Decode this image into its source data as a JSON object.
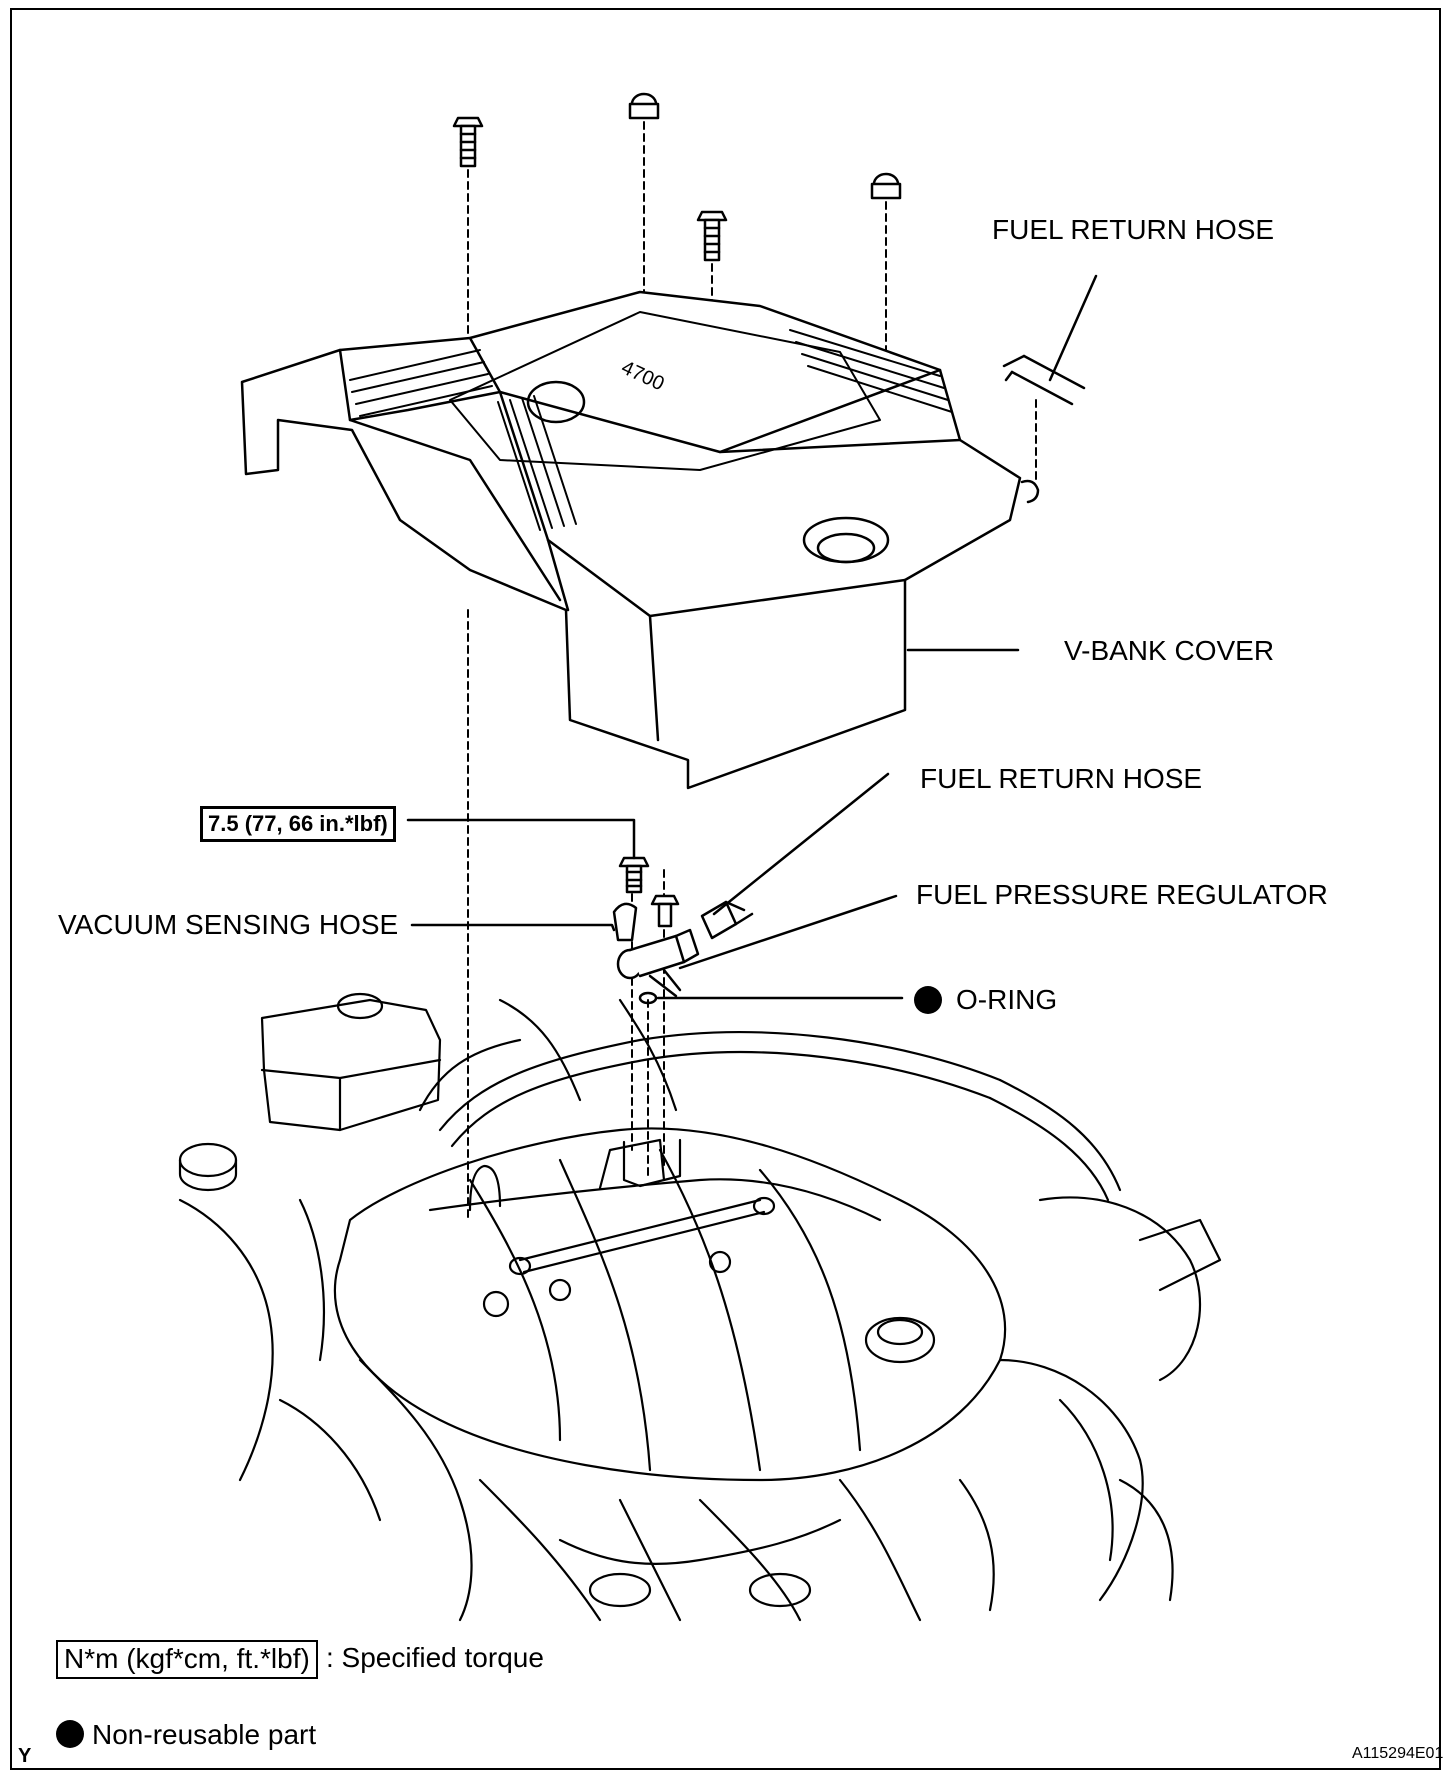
{
  "labels": {
    "fuel_return_hose_top": "FUEL RETURN HOSE",
    "v_bank_cover": "V-BANK COVER",
    "fuel_return_hose_lower": "FUEL RETURN HOSE",
    "fuel_pressure_regulator": "FUEL PRESSURE REGULATOR",
    "vacuum_sensing_hose": "VACUUM SENSING HOSE",
    "o_ring": "O-RING",
    "torque_spec": "7.5 (77, 66 in.*lbf)"
  },
  "legend": {
    "torque_unit": "N*m (kgf*cm, ft.*lbf)",
    "torque_desc": ": Specified torque",
    "nonreusable": "Non-reusable part"
  },
  "footer": {
    "corner_letter": "Y",
    "figure_id": "A115294E01"
  },
  "cover_emblem": "4700"
}
